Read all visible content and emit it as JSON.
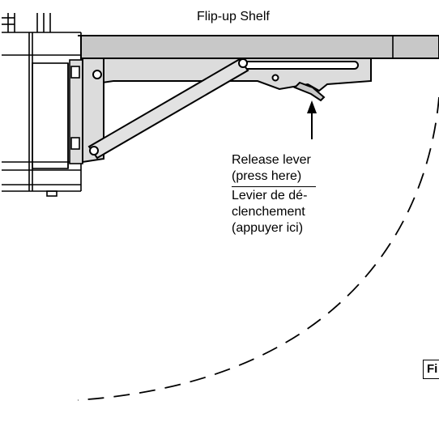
{
  "shelf_label": "Flip-up Shelf",
  "release_lever": {
    "en_line1": "Release lever",
    "en_line2": "(press here)",
    "fr_line1": "Levier de dé-",
    "fr_line2": "clenchement",
    "fr_line3": "(appuyer ici)"
  },
  "figure_tag": "Fi",
  "colors": {
    "line": "#000000",
    "bracket_fill": "#dcdcdc",
    "shelf_fill": "#c8c8c8",
    "background": "#ffffff"
  }
}
